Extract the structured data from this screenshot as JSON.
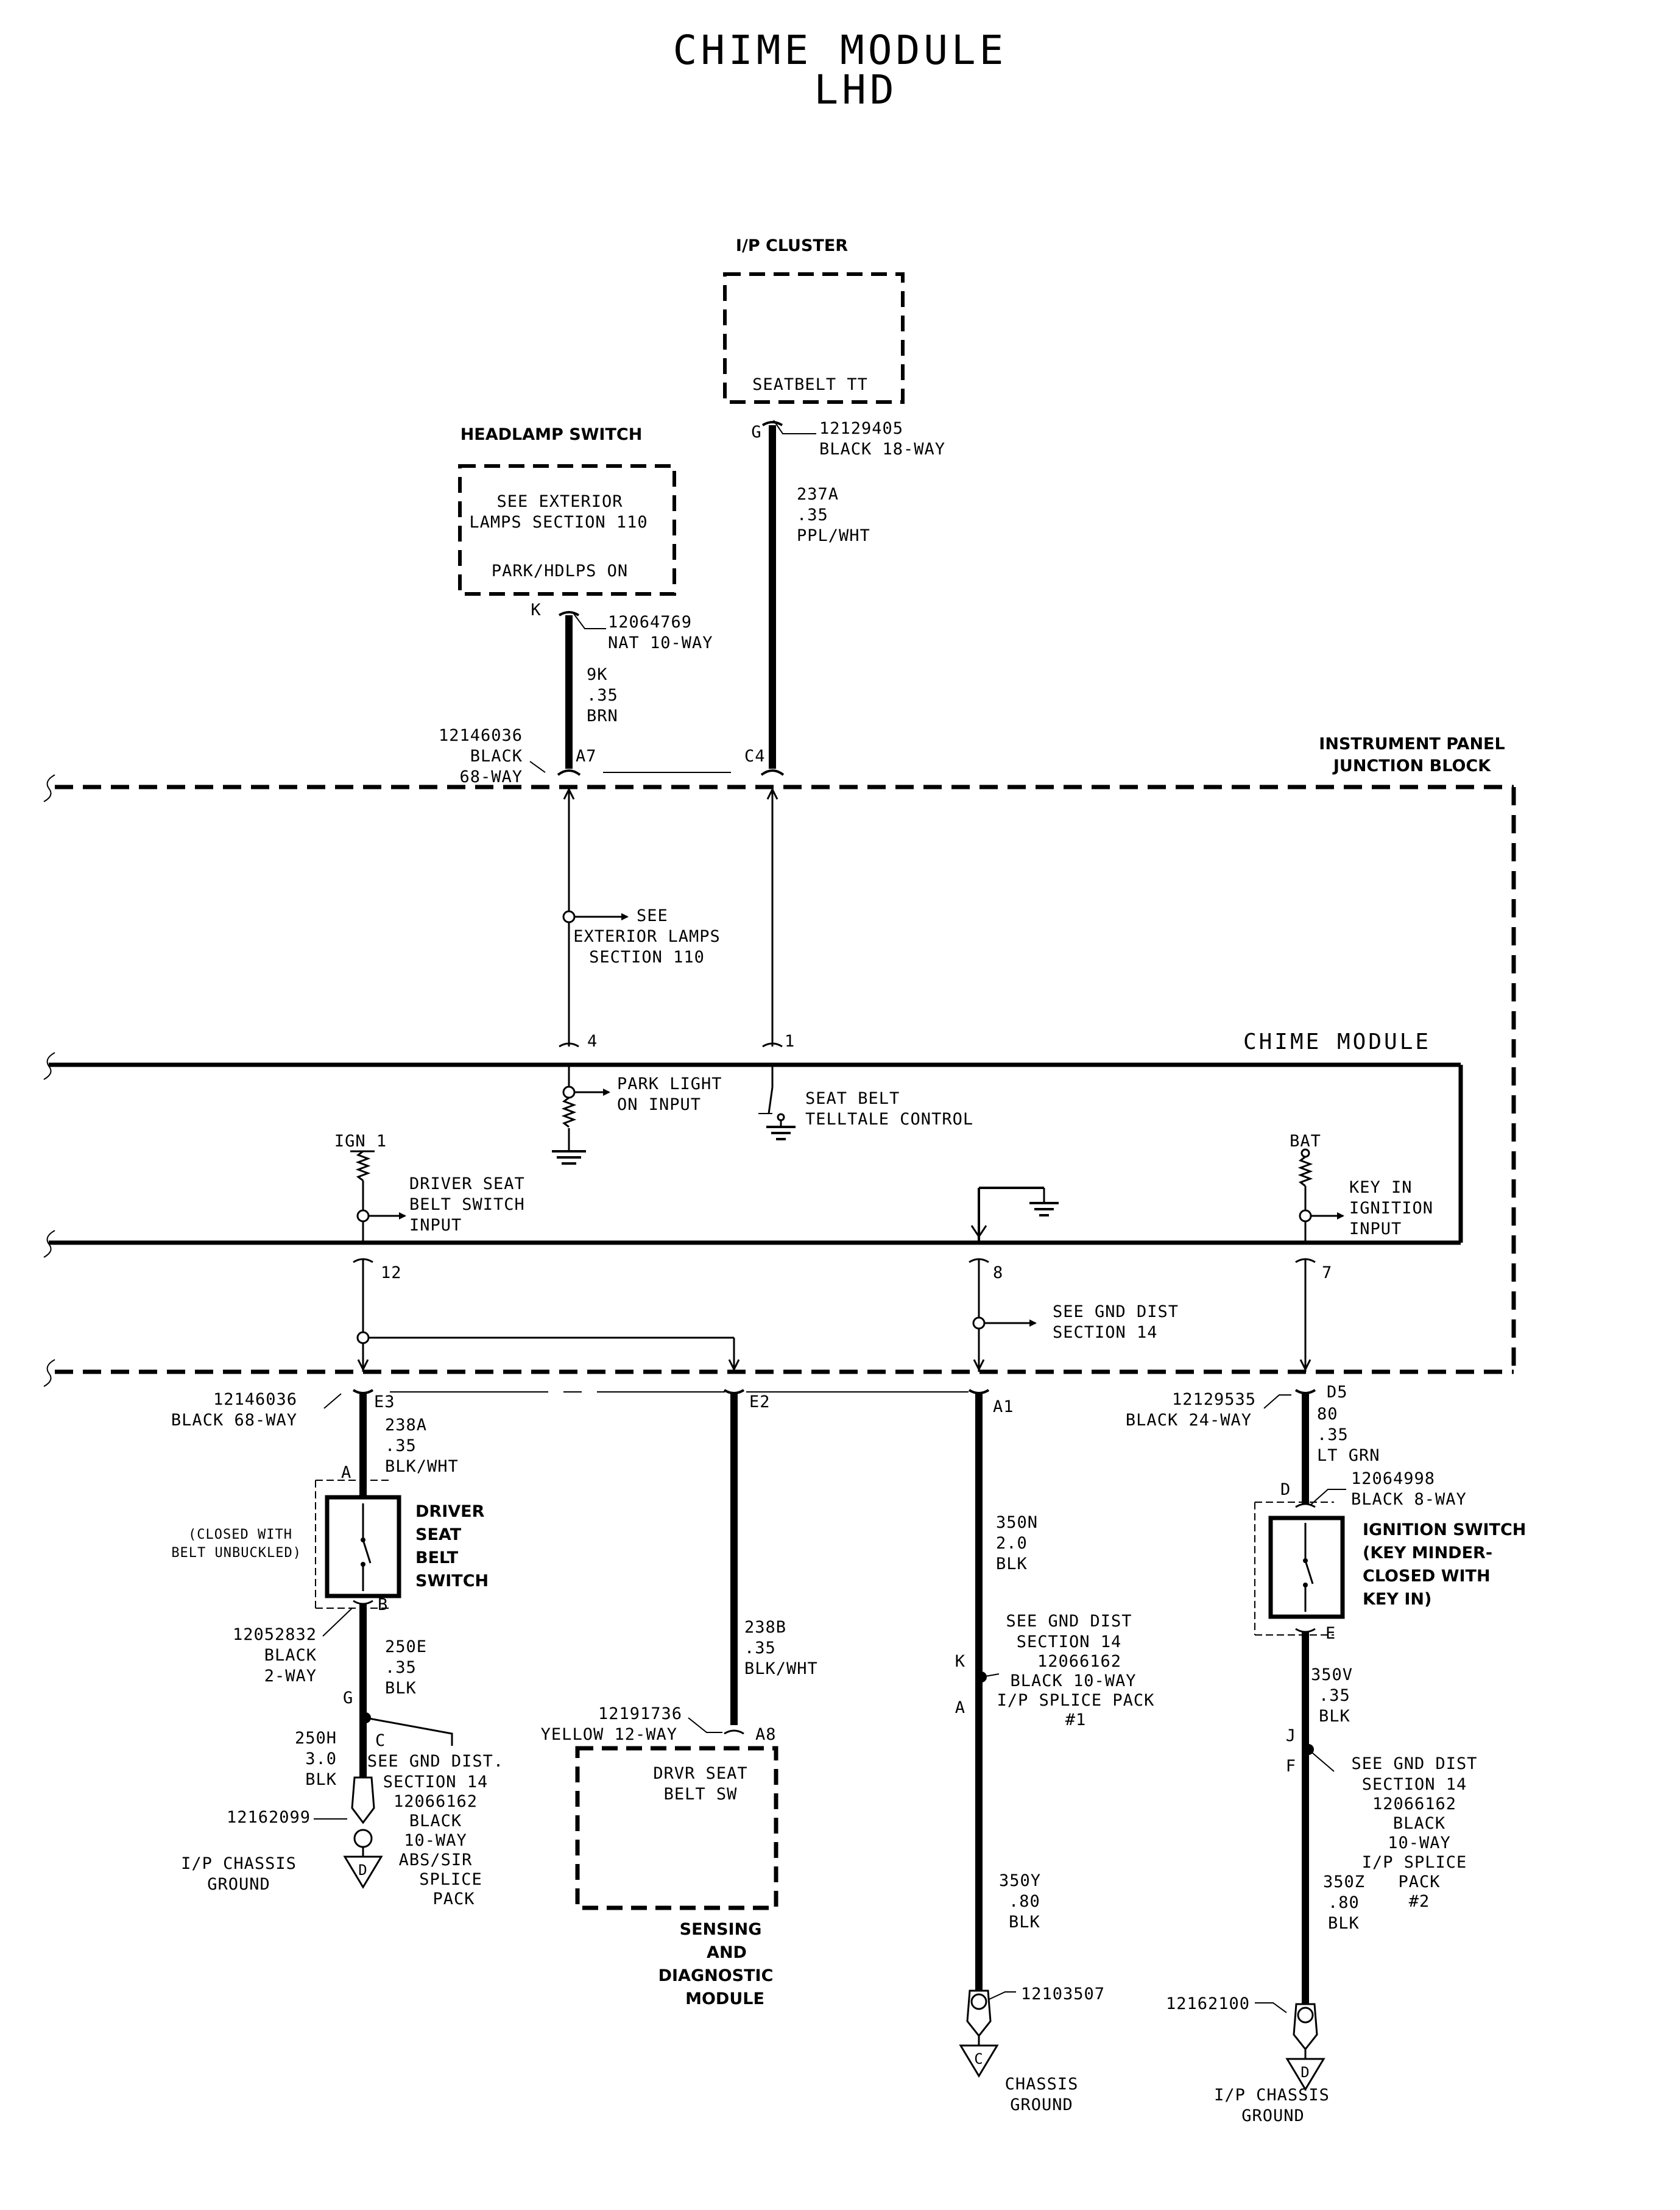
{
  "title": {
    "line1": "CHIME MODULE",
    "line2": "LHD"
  },
  "ip_cluster": {
    "heading": "I/P CLUSTER",
    "inner": "SEATBELT TT",
    "pin": "G",
    "connector": [
      "12129405",
      "BLACK 18-WAY"
    ],
    "wire": [
      "237A",
      ".35",
      "PPL/WHT"
    ]
  },
  "headlamp_switch": {
    "heading": "HEADLAMP SWITCH",
    "inner": [
      "SEE EXTERIOR",
      "LAMPS SECTION 110",
      "PARK/HDLPS ON"
    ],
    "pin": "K",
    "connector": [
      "12064769",
      "NAT 10-WAY"
    ],
    "wire": [
      "9K",
      ".35",
      "BRN"
    ]
  },
  "ipjb": {
    "label": [
      "INSTRUMENT PANEL",
      "JUNCTION BLOCK"
    ],
    "top_connector": [
      "12146036",
      "BLACK",
      "68-WAY"
    ],
    "top_pins": [
      "A7",
      "C4"
    ],
    "exterior_ref": [
      "SEE",
      "EXTERIOR LAMPS",
      "SECTION 110"
    ],
    "bottom_connector_left": [
      "12146036",
      "BLACK 68-WAY"
    ],
    "bottom_connector_right": [
      "12129535",
      "BLACK 24-WAY"
    ],
    "bottom_pins": [
      "E3",
      "E2",
      "A1",
      "D5"
    ],
    "gnd_ref": [
      "SEE GND DIST",
      "SECTION 14"
    ]
  },
  "chime_module": {
    "label": "CHIME MODULE",
    "top_pins": [
      "4",
      "1"
    ],
    "bottom_pins": [
      "12",
      "8",
      "7"
    ],
    "park_input": [
      "PARK LIGHT",
      "ON INPUT"
    ],
    "seat_belt": [
      "SEAT BELT",
      "TELLTALE CONTROL"
    ],
    "ign": "IGN 1",
    "driver_input": [
      "DRIVER SEAT",
      "BELT SWITCH",
      "INPUT"
    ],
    "bat": "BAT",
    "key_input": [
      "KEY IN",
      "IGNITION",
      "INPUT"
    ]
  },
  "driver_branch": {
    "wire1": [
      "238A",
      ".35",
      "BLK/WHT"
    ],
    "pin_a": "A",
    "pin_b": "B",
    "note": [
      "(CLOSED WITH",
      "BELT UNBUCKLED)"
    ],
    "switch_label": [
      "DRIVER",
      "SEAT",
      "BELT",
      "SWITCH"
    ],
    "connector": [
      "12052832",
      "BLACK",
      "2-WAY"
    ],
    "wire2": [
      "250E",
      ".35",
      "BLK"
    ],
    "pin_g": "G",
    "pin_c": "C",
    "wire3": [
      "250H",
      "3.0",
      "BLK"
    ],
    "splice": [
      "SEE GND  DIST.",
      "SECTION 14",
      "12066162",
      "BLACK",
      "10-WAY",
      "ABS/SIR",
      "SPLICE",
      "PACK"
    ],
    "ground_part": "12162099",
    "ground_label": [
      "I/P CHASSIS",
      "GROUND"
    ],
    "ground_letter": "D"
  },
  "sdm_branch": {
    "wire": [
      "238B",
      ".35",
      "BLK/WHT"
    ],
    "connector": [
      "12191736",
      "YELLOW 12-WAY"
    ],
    "pin": "A8",
    "box": [
      "DRVR SEAT",
      "BELT SW"
    ],
    "label": [
      "SENSING",
      "AND",
      "DIAGNOSTIC",
      "MODULE"
    ]
  },
  "ground_branch": {
    "wire1": [
      "350N",
      "2.0",
      "BLK"
    ],
    "splice": [
      "SEE GND DIST",
      "SECTION 14",
      "12066162",
      "BLACK 10-WAY",
      "I/P SPLICE PACK",
      "#1"
    ],
    "pin_k": "K",
    "pin_a": "A",
    "wire2": [
      "350Y",
      ".80",
      "BLK"
    ],
    "ground_part": "12103507",
    "ground_letter": "C",
    "ground_label": [
      "CHASSIS",
      "GROUND"
    ]
  },
  "ign_branch": {
    "wire1": [
      "80",
      ".35",
      "LT GRN"
    ],
    "pin_d": "D",
    "connector": [
      "12064998",
      "BLACK 8-WAY"
    ],
    "switch_label": [
      "IGNITION    SWITCH",
      "(KEY  MINDER-",
      "CLOSED WITH",
      "KEY IN)"
    ],
    "pin_e": "E",
    "wire2": [
      "350V",
      ".35",
      "BLK"
    ],
    "pin_j": "J",
    "pin_f": "F",
    "splice": [
      "SEE GND DIST",
      "SECTION 14",
      "12066162",
      "BLACK",
      "10-WAY",
      "I/P SPLICE",
      "PACK",
      "#2"
    ],
    "wire3": [
      "350Z",
      ".80",
      "BLK"
    ],
    "ground_part": "12162100",
    "ground_letter": "D",
    "ground_label": [
      "I/P CHASSIS",
      "GROUND"
    ]
  }
}
